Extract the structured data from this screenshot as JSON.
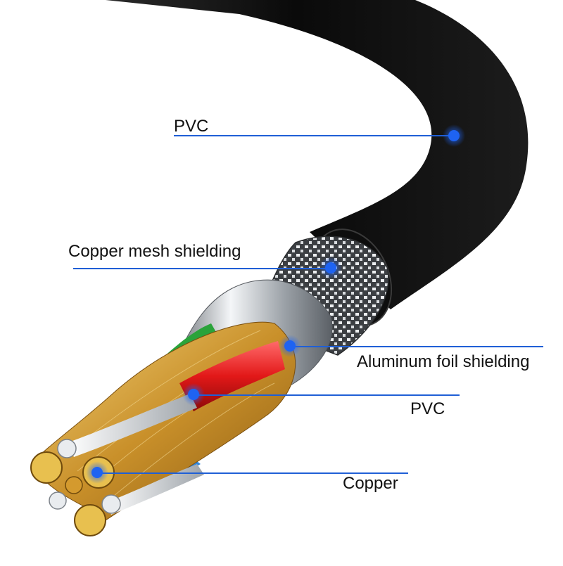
{
  "colors": {
    "leader_line": "#1f5fd6",
    "marker_dot": "#1e63f2",
    "jacket": "#0b0b0b",
    "copper": "#d8a43a",
    "red_insulation": "#e21818",
    "green_insulation": "#2aa33a",
    "blue_insulation": "#2e86de",
    "silver": "#cfd3d8"
  },
  "labels": {
    "outer_jacket": "PVC",
    "mesh_shield": "Copper mesh shielding",
    "foil_shield": "Aluminum foil shielding",
    "inner_insulation": "PVC",
    "conductor": "Copper"
  },
  "icons": [
    "marker-dot",
    "marker-dot",
    "marker-dot",
    "marker-dot",
    "marker-dot"
  ]
}
